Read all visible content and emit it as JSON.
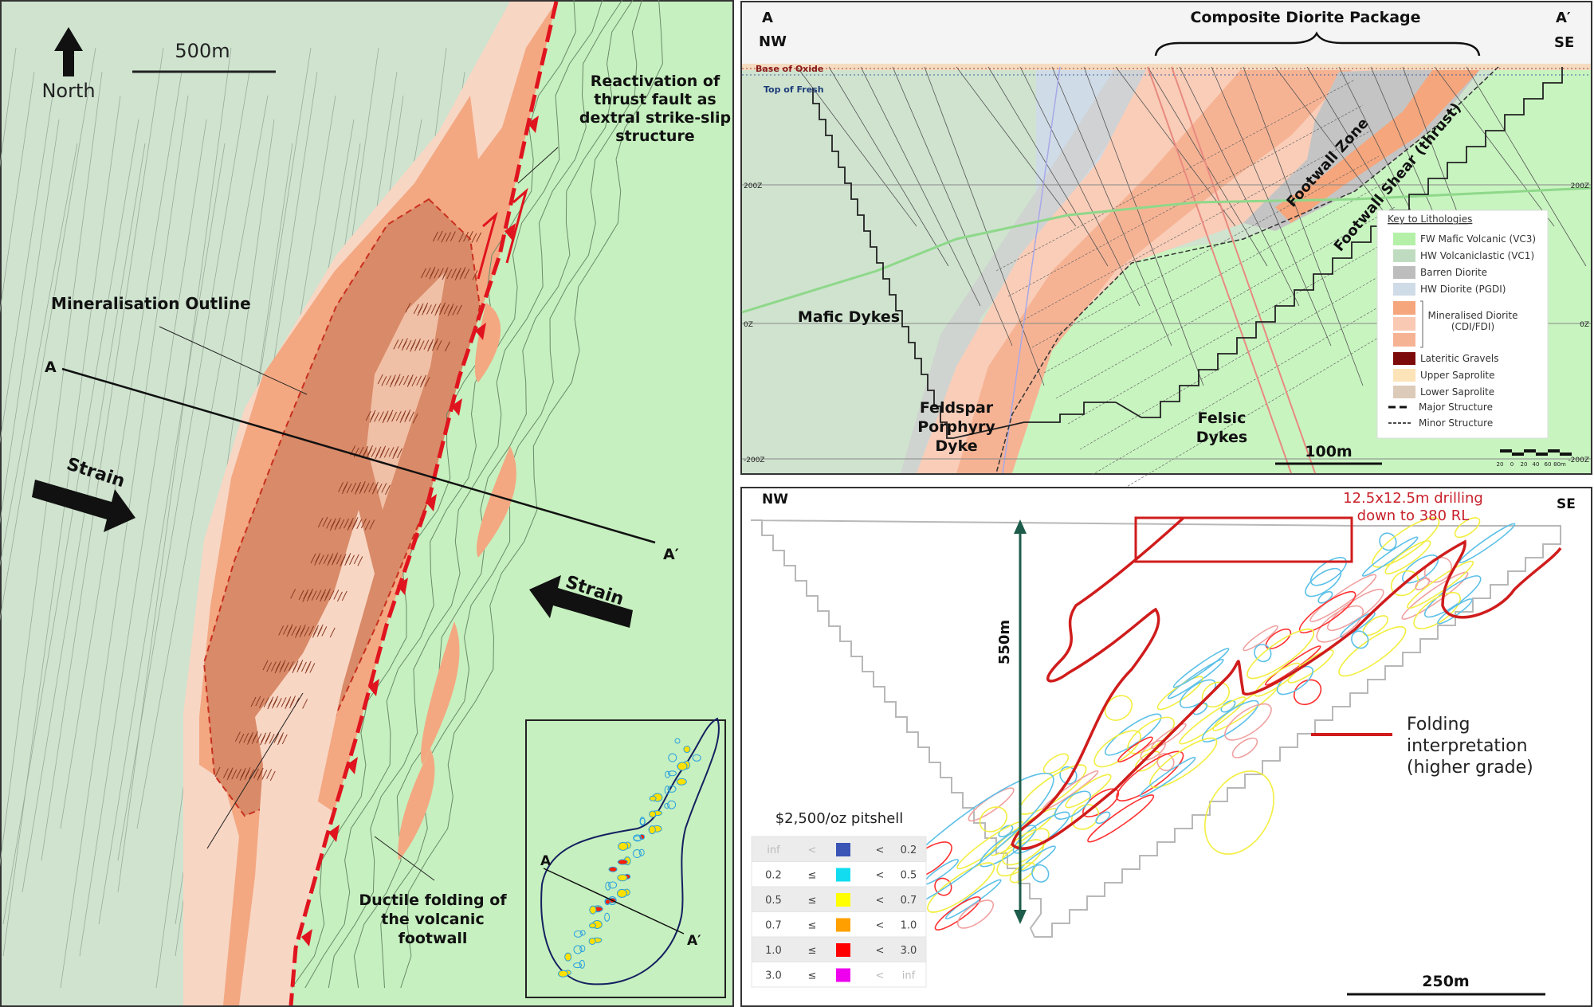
{
  "plan_map": {
    "north_label": "North",
    "scale_label": "500m",
    "reactivation_label": [
      "Reactivation of",
      "thrust fault as",
      "dextral strike-slip",
      "structure"
    ],
    "mineralisation_label": "Mineralisation Outline",
    "section_start": "A",
    "section_end": "A′",
    "strain_left": "Strain",
    "strain_right": "Strain",
    "ductile_label": [
      "Ductile folding of",
      "the volcanic",
      "footwall"
    ],
    "inset": {
      "section_start": "A",
      "section_end": "A′"
    },
    "colors": {
      "hw_volcaniclastic": "#cfe3cf",
      "fw_mafic": "#c6f0bf",
      "diorite_pale": "#f8d6c4",
      "diorite": "#f3a882",
      "mineralised": "#d98a68",
      "thrust": "#e0141e"
    }
  },
  "cross_section": {
    "left_label": "A",
    "left_dir": "NW",
    "right_label": "A′",
    "right_dir": "SE",
    "package_label": "Composite Diorite Package",
    "base_of_oxide": "Base of Oxide",
    "top_of_fresh": "Top of Fresh",
    "mafic_dykes": "Mafic Dykes",
    "feldspar_dyke": [
      "Feldspar",
      "Porphyry",
      "Dyke"
    ],
    "felsic_dykes": [
      "Felsic",
      "Dykes"
    ],
    "footwall_zone": "Footwall Zone",
    "footwall_shear": "Footwall Shear (thrust)",
    "scale_label": "100m",
    "small_scale_ticks": [
      "20",
      "0",
      "20",
      "40",
      "60",
      "80m"
    ],
    "grid_labels": [
      "200Z",
      "0Z",
      "-200Z"
    ],
    "legend": {
      "title": "Key to Lithologies",
      "items": [
        {
          "label": "FW Mafic Volcanic (VC3)",
          "color": "#b4f0a8"
        },
        {
          "label": "HW Volcaniclastic (VC1)",
          "color": "#c0dcc0"
        },
        {
          "label": "Barren Diorite",
          "color": "#bdbdbd"
        },
        {
          "label": "HW Diorite (PGDI)",
          "color": "#cfdbe6"
        }
      ],
      "mineralised": {
        "label": [
          "Mineralised Diorite",
          "(CDI/FDI)"
        ],
        "colors": [
          "#f6a67c",
          "#f9c9b3",
          "#f6b394"
        ]
      },
      "items2": [
        {
          "label": "Lateritic Gravels",
          "color": "#7d0a0a"
        },
        {
          "label": "Upper Saprolite",
          "color": "#fde3b8"
        },
        {
          "label": "Lower Saprolite",
          "color": "#dccbb8"
        }
      ],
      "major_structure": "Major Structure",
      "minor_structure": "Minor Structure"
    }
  },
  "long_section": {
    "left_dir": "NW",
    "right_dir": "SE",
    "drilling_label": [
      "12.5x12.5m drilling",
      "down to 380 RL"
    ],
    "depth_label": "550m",
    "folding_label": [
      "Folding",
      "interpretation",
      "(higher grade)"
    ],
    "pitshell_label": "$2,500/oz pitshell",
    "scale_label": "250m",
    "grade_table": [
      {
        "low": "inf",
        "op1": "<",
        "color": "#3a55b5",
        "op2": "<",
        "high": "0.2"
      },
      {
        "low": "0.2",
        "op1": "≤",
        "color": "#12dcf0",
        "op2": "<",
        "high": "0.5"
      },
      {
        "low": "0.5",
        "op1": "≤",
        "color": "#ffff00",
        "op2": "<",
        "high": "0.7"
      },
      {
        "low": "0.7",
        "op1": "≤",
        "color": "#ffa000",
        "op2": "<",
        "high": "1.0"
      },
      {
        "low": "1.0",
        "op1": "≤",
        "color": "#ff0000",
        "op2": "<",
        "high": "3.0"
      },
      {
        "low": "3.0",
        "op1": "≤",
        "color": "#ee00ee",
        "op2": "<",
        "high": "inf"
      }
    ],
    "colors": {
      "folding": "#d01c1c",
      "drilling_text": "#c8202a",
      "depth_arrow": "#1d5c4a"
    }
  }
}
